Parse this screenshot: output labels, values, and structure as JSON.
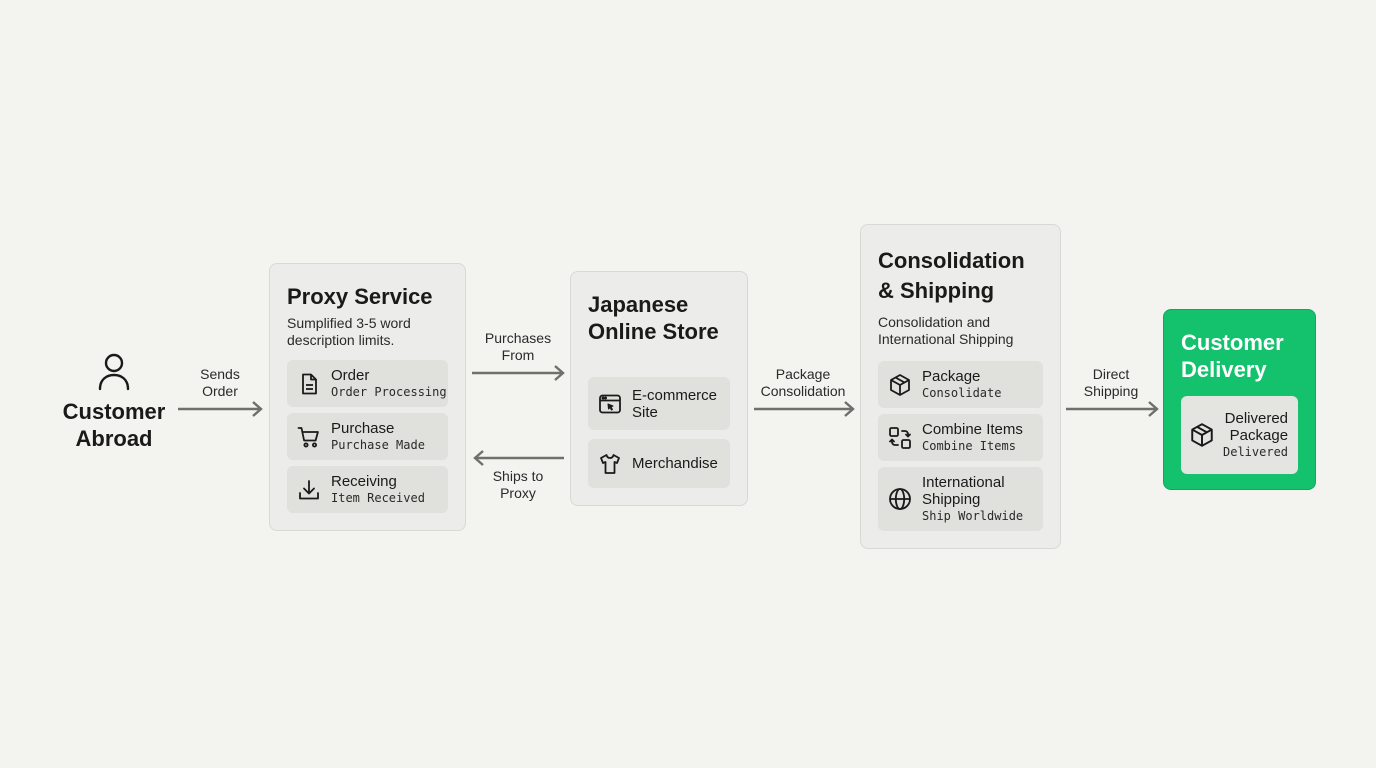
{
  "customer": {
    "label_lines": [
      "Customer",
      "Abroad"
    ],
    "icon": "person-icon"
  },
  "connectors": {
    "sends_order": [
      "Sends",
      "Order"
    ],
    "purchases_from": [
      "Purchases",
      "From"
    ],
    "ships_to_proxy": [
      "Ships to",
      "Proxy"
    ],
    "package_consolidation": [
      "Package",
      "Consolidation"
    ],
    "direct_shipping": [
      "Direct",
      "Shipping"
    ]
  },
  "proxy": {
    "title": "Proxy Service",
    "desc_lines": [
      "Sumplified 3-5 word",
      "description limits."
    ],
    "items": [
      {
        "label": "Order",
        "sub": "Order Processing",
        "icon": "document-icon"
      },
      {
        "label": "Purchase",
        "sub": "Purchase Made",
        "icon": "cart-icon"
      },
      {
        "label": "Receiving",
        "sub": "Item Received",
        "icon": "download-icon"
      }
    ]
  },
  "store": {
    "title_lines": [
      "Japanese",
      "Online Store"
    ],
    "items": [
      {
        "label_lines": [
          "E-commerce",
          "Site"
        ],
        "icon": "browser-icon"
      },
      {
        "label_lines": [
          "Merchandise"
        ],
        "icon": "tshirt-icon"
      }
    ]
  },
  "consolidation": {
    "title_lines": [
      "Consolidation",
      "& Shipping"
    ],
    "desc_lines": [
      "Consolidation and",
      "International Shipping"
    ],
    "items": [
      {
        "label_lines": [
          "Package"
        ],
        "sub": "Consolidate",
        "icon": "box-icon"
      },
      {
        "label_lines": [
          "Combine Items"
        ],
        "sub": "Combine Items",
        "icon": "combine-icon"
      },
      {
        "label_lines": [
          "International",
          "Shipping"
        ],
        "sub": "Ship Worldwide",
        "icon": "globe-icon"
      }
    ]
  },
  "delivery": {
    "title_lines": [
      "Customer",
      "Delivery"
    ],
    "card": {
      "label_lines": [
        "Delivered",
        "Package"
      ],
      "sub": "Delivered",
      "icon": "box-icon"
    },
    "accent": "#14c16d"
  }
}
